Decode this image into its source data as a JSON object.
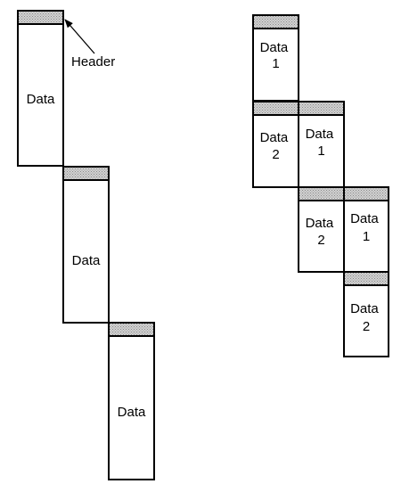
{
  "colors": {
    "stroke": "#000000",
    "header_fill": "#c8c8c8",
    "background": "#ffffff"
  },
  "annotation": {
    "header_label": "Header"
  },
  "left_sequence": {
    "packets": [
      {
        "label": "Data"
      },
      {
        "label": "Data"
      },
      {
        "label": "Data"
      }
    ]
  },
  "right_sequence": {
    "packets": [
      {
        "line1": "Data",
        "line2": "1"
      },
      {
        "line1": "Data",
        "line2": "2"
      },
      {
        "line1": "Data",
        "line2": "1"
      },
      {
        "line1": "Data",
        "line2": "2"
      },
      {
        "line1": "Data",
        "line2": "1"
      },
      {
        "line1": "Data",
        "line2": "2"
      }
    ]
  }
}
